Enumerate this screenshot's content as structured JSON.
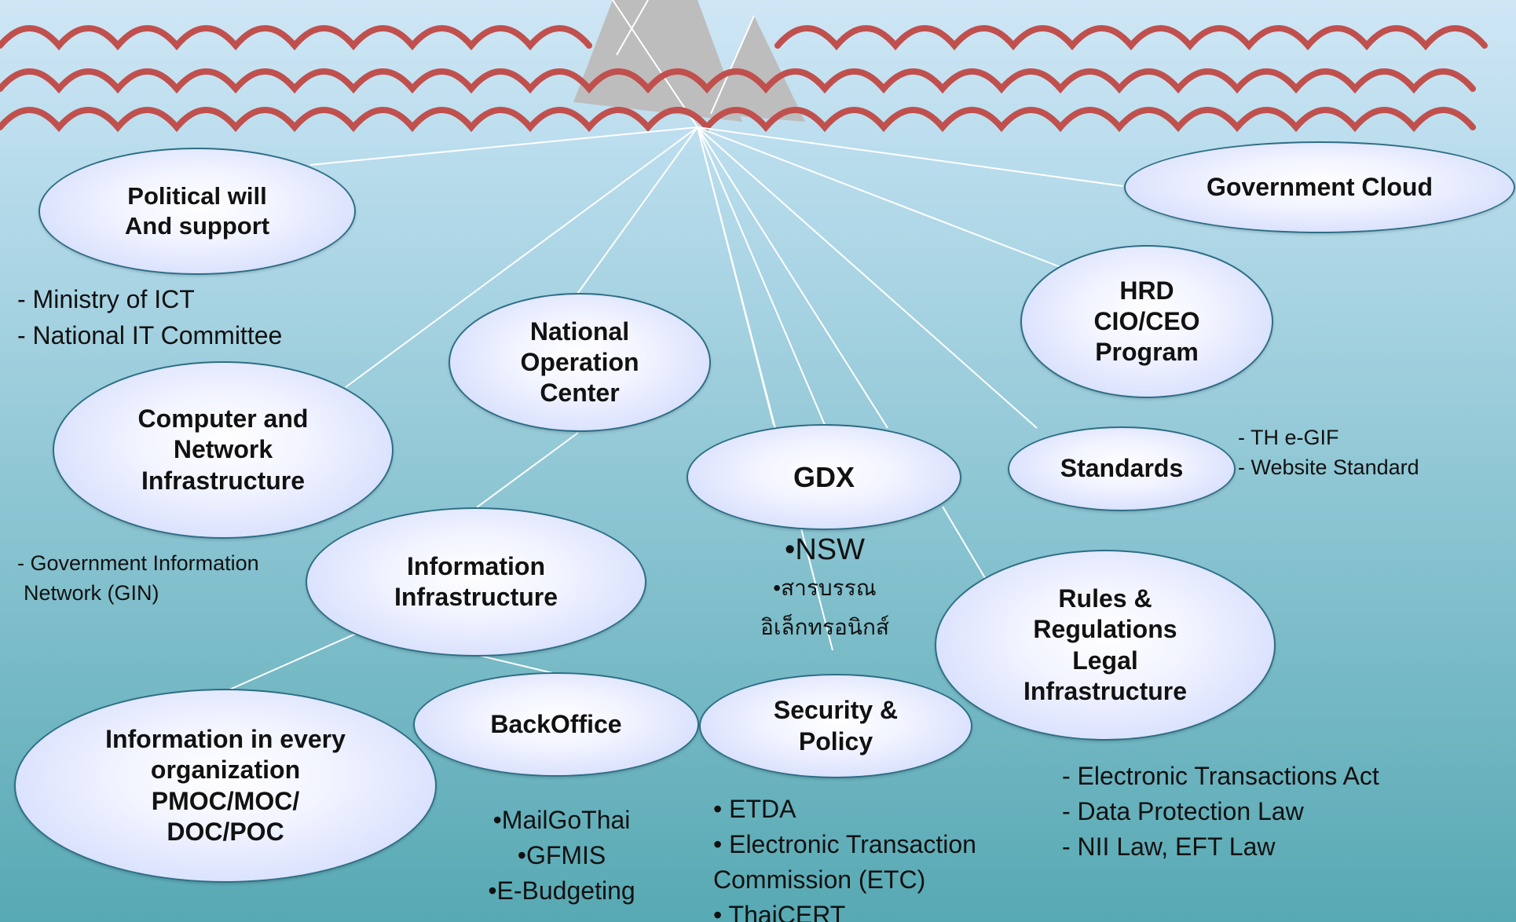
{
  "nodes": {
    "political": "Political will\nAnd support",
    "gov_cloud": "Government Cloud",
    "hrd": "HRD\nCIO/CEO\nProgram",
    "noc": "National\nOperation\nCenter",
    "computer_network": "Computer and\nNetwork\nInfrastructure",
    "gdx": "GDX",
    "standards": "Standards",
    "info_infra": "Information\nInfrastructure",
    "rules": "Rules &\nRegulations\nLegal\nInfrastructure",
    "info_every_org": "Information in every\norganization\nPMOC/MOC/\nDOC/POC",
    "backoffice": "BackOffice",
    "security": "Security &\nPolicy"
  },
  "notes": {
    "political": [
      "- Ministry of ICT",
      "- National IT Committee"
    ],
    "standards": [
      "-   TH e-GIF",
      "-   Website Standard"
    ],
    "gin": [
      "-   Government Information",
      "Network (GIN)"
    ],
    "gdx_nsw": "•NSW",
    "gdx_thai_1": "•สารบรรณ",
    "gdx_thai_2": "อิเล็กทรอนิกส์",
    "backoffice": [
      "•MailGoThai",
      "•GFMIS",
      "•E-Budgeting"
    ],
    "security": [
      "• ETDA",
      "• Electronic Transaction",
      "Commission (ETC)",
      "• ThaiCERT"
    ],
    "rules": [
      "- Electronic Transactions Act",
      "- Data Protection Law",
      "- NII Law, EFT Law"
    ]
  },
  "colors": {
    "sky_top": "#cfe6f5",
    "sea_top": "#a8d3e4",
    "sea_bottom": "#5aaab4",
    "waves": "#c0504d",
    "iceberg": "#bdbdbd",
    "ellipse_border": "#2e6e86"
  }
}
